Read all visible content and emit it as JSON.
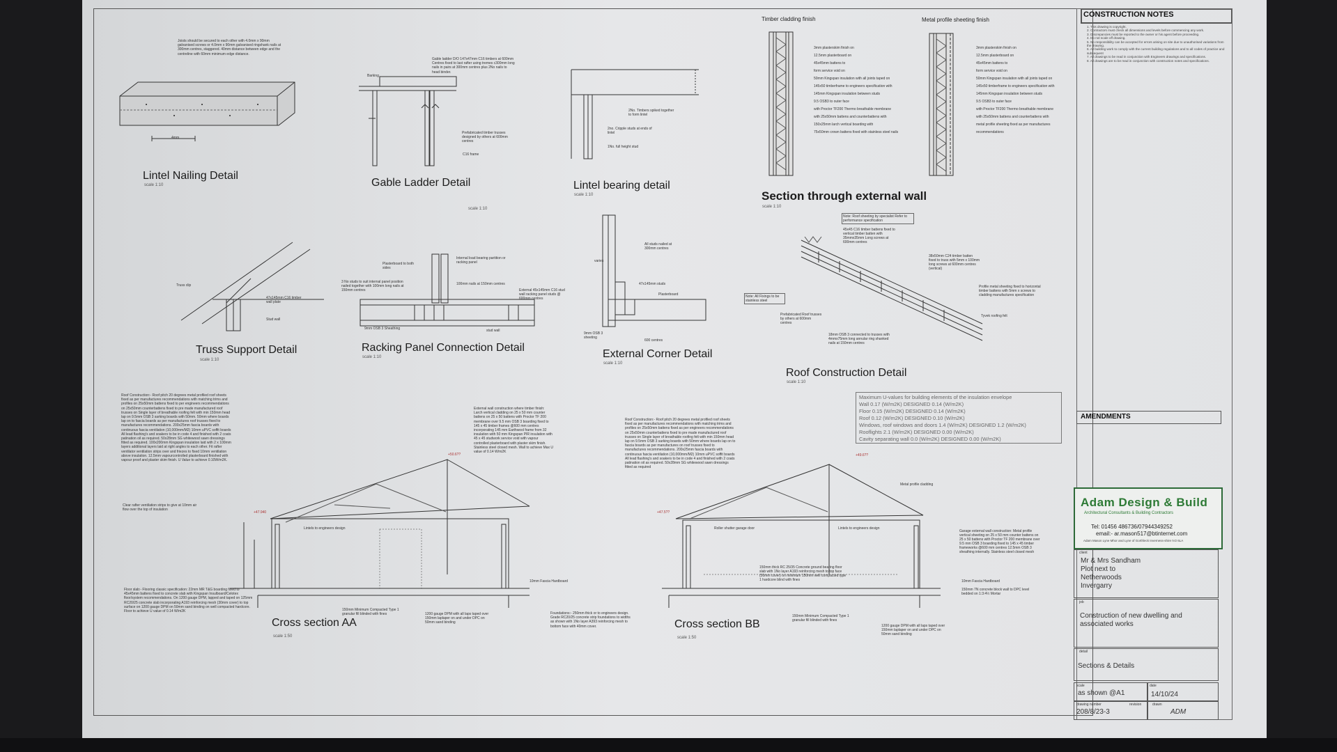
{
  "details": {
    "lintel_nailing": {
      "title": "Lintel Nailing Detail",
      "scale": "scale 1:10",
      "note": "Joists should be secured to each other with 4.0mm x 90mm galvanised screws or 4.0mm x 90mm galvanised ringshank nails at 300mm centres, staggered. 40mm distance between edge and the centreline with 60mm minimum edge distance.",
      "dim": "4mm"
    },
    "gable_ladder": {
      "title": "Gable Ladder Detail",
      "scale": "scale 1:10",
      "note_top": "Gable ladder D/O 147x47mm C16 timbers at 600mm Centres fixed to last rafter using tremes c300mm long nails in pairs at 300mm centres plus 2No nails to head binder.",
      "label_barking": "Barking",
      "label_trusses": "Prefabricated timber trusses designed by others at 600mm centres",
      "label_frame": "C16 frame"
    },
    "lintel_bearing": {
      "title": "Lintel bearing detail",
      "scale": "scale 1:10",
      "label_timbers": "2No. Timbers spiked together to form lintel",
      "label_cripple": "2no. Cripple studs at ends of lintel",
      "label_fullheight": "1No. full height stud"
    },
    "external_wall": {
      "title": "Section through external wall",
      "scale": "scale 1:10",
      "timber_heading": "Timber cladding finish",
      "metal_heading": "Metal profile sheeting finish",
      "timber_layers": [
        "3mm plasterskim finish on",
        "12.5mm plasterboard on",
        "45x45mm battens to",
        "form service void on",
        "50mm Kingspan insulation with all joints taped on",
        "145x50 timberframe to engineers specification with",
        "145mm Kingspan insulation between studs",
        "9.5 OSB3 to outer face",
        "with Proctor TF200 Thermo breathable membrane",
        "with 25x50mm battens and counterbattens with",
        "150x25mm larch vertical boarding with",
        "75x50mm crown battens fixed with stainless steel nails"
      ],
      "metal_layers": [
        "3mm plasterskim finish on",
        "12.5mm plasterboard on",
        "45x45mm battens to",
        "form service void on",
        "50mm Kingspan insulation with all joints taped on",
        "145x50 timberframe to engineers specification with",
        "145mm Kingspan insulation between studs",
        "9.5 OSB3 to outer face",
        "with Proctor TF200 Thermo breathable membrane",
        "with 25x50mm battens and counterbattens with",
        "metal profile sheeting fixed as per manufactures",
        "recommendations"
      ]
    },
    "truss_support": {
      "title": "Truss Support Detail",
      "scale": "scale 1:10",
      "label_clip": "Truss clip",
      "label_plate": "47x145mm C16 timber wall plate",
      "label_stud": "Stud wall"
    },
    "racking": {
      "title": "Racking Panel Connection Detail",
      "scale": "scale 1:10",
      "label_pb": "Plasterboard to both sides",
      "label_int": "Internal load bearing partition or racking panel",
      "label_nails": "100mm nails at 150mm centres",
      "label_ext": "External 45x145mm C16 stud wall racking panel studs @ 600mm centres",
      "label_3no": "3 No studs to suit internal panel position nailed together with 100mm long nails at 150mm centres",
      "label_osb": "9mm OSB 3 Sheathing",
      "label_stud": "stud wall"
    },
    "external_corner": {
      "title": "External Corner Detail",
      "scale": "scale 1:10",
      "label_all": "All studs nailed at 300mm centres",
      "label_studs": "47x145mm studs",
      "label_pb": "Plasterboard",
      "label_osb": "9mm OSB 3 sheeting",
      "label_dim": "600 centres",
      "label_var": "varies"
    },
    "roof": {
      "title": "Roof Construction Detail",
      "scale": "scale 1:10",
      "label_note": "Note: Roof sheeting by specialist Refer to performance specification",
      "label_battens": "45x45 C16 timber battens fixed to vertical timber batten with 35mmx35mm Long screws at 600mm centres",
      "label_counter": "38x50mm C24 timber batten fixed to truss with 5mm x 100mm long screws at 600mm centres (vertical)",
      "label_sheet": "Profile metal sheeting fixed to horizontal timber battens with 5mm x screws to cladding manufactures specification",
      "label_tyvek": "Tyvek roofing felt",
      "label_trusses": "Prefabricated Roof trusses by others at 600mm centres",
      "label_osb": "18mm OSB 3 connected to trusses with 4mmx75mm long annular ring shanked nails at 150mm centres",
      "label_fixings": "Note: All Fixings to be stainless steel"
    },
    "u_values": {
      "heading": "Maximum U-values for building elements of the insulation envelope",
      "rows": [
        "Wall     0.17 (W/m2K)        DESIGNED 0.14 (W/m2K)",
        "Floor    0.15 (W/m2K)        DESIGNED 0.14 (W/m2K)",
        "Roof     0.12 (W/m2K)        DESIGNED 0.10 (W/m2K)",
        "Windows, roof windows and doors   1.4 (W/m2K)  DESIGNED 1.2 (W/m2K)",
        "Rooflights   2.1 (W/m2K)   DESIGNED 0.00 (W/m2K)",
        "Cavity separating wall   0.0 (W/m2K) DESIGNED 0.00 (W/m2K)"
      ]
    },
    "section_aa": {
      "title": "Cross section AA",
      "scale": "scale 1:50",
      "level_top": "+50.6??",
      "level_eave": "+47.940",
      "label_lintel": "Lintels to engineers design",
      "label_fascia": "10mm Fascia Hardboard",
      "label_hardcore": "150mm Minimum Compacted Type 1 granular fill blinded with fines",
      "label_dpm": "1200 gauge DPM with all laps taped over 150mm laplaper on and under DPC on 50mm sand binding",
      "label_vent": "Clear rafter ventilation strips to give at 10mm air flow over the top of insulation",
      "note_roof": "Roof Construction:- Roof pitch 20 degrees metal profiled roof sheets fixed as per manufactures recommendations with matching trims and profiles on 25x50mm battens fixed to per engineers recommendations on 25x50mm counterbattens fixed to pre made manufactured roof trusses on Single layer of breathable roofing felt with min 150mm head lap on 9.5mm OSB 3 sarking boards with 50mm. 50mm where boards lap on to fascia boards as per manufactures roof trusses fixed to manufactures recommendations. 200x25mm fascia boards with continuous fascia ventilation (10,000mm/M2) 10mm uPVC soffit boards All lead flashing's and soakers to be in code 4 and finished with 2 coats patination oil as required. 50x28mm SG whitewood sawn dressings fitted as required. 100x200mm Kingspan insulation laid with 2 x 100mm layers additional layers laid at right angles to each other. Fit rafter ventilator ventilation strips over and friezes to fixed 10mm ventilation above insulation. 12.5mm vapourcontrolled plasterboard finished with vapour proof and plaster skim finish. U Value to achieve 0.10W/m2K.",
      "note_floor": "Floor slab:- Flooring classic specification: 22mm MR T&G boarding fixed to 45x45mm battens fixed to concrete slab with Kingspan Insulboard/Celotex floor/system recommendations. On 1200 gauge DPM, lapped and taped on 125mm RC20/25 concrete slab incorporating A193 reinforcing mesh (30mm cover) to top surface on 1200 gauge DPM on 50mm sand binding on well compacted hardcore. Floor to achieve U value of 0.14 W/m2K",
      "note_wall": "External wall construction where timber finish: Larch vertical cladding on 25 x 50 mm counter battens on 25 x 50 battens with Proctor TF 200 membrane over 9.5 mm OSB 3 boarding fixed to 145 x 45 timber frames @600 mm centres incorporating 145 mm Earthwool frame from 32 insulation with 50 mm Kingspan PIR insulation with 45 x 45 studwork service void with vapour controlled plasterboard with plaster skim finish. Stainless steel closed mesh. Wall to achieve Max U value of 0.14 W/m2K",
      "note_found": "Foundations:- 250mm thick or to engineers design. Grade RC20/25 concrete strip foundations to widths as shown with 1No layer A393 reinforcing mesh to bottom face with 40mm cover."
    },
    "section_bb": {
      "title": "Cross section BB",
      "scale": "scale 1:50",
      "level_top": "+49.6??",
      "level_eave": "+47.5??",
      "label_roller": "Roller shutter garage door",
      "label_lintel": "Lintels to engineers design",
      "label_metal": "Metal profile cladding",
      "label_slab": "150mm thick RC 25/35 Concrete ground bearing floor slab with 1No layer A193 reinforcing mesh to top face (50mm cover) on minimum 150mm well compacted type 1 hardcore blind with fines",
      "label_fascia": "10mm Fascia Hardboard",
      "label_block": "150mm 7N concrete block wall to DPC level bedded on 1:3:4½ Mortar",
      "label_garage": "Garage external wall construction: Metal profile vertical sheeting on 25 x 50 mm counter battens on 25 x 50 battens with Proctor TF 200 membrane over 9.5 mm OSB 3 boarding fixed to 145 x 45 timber frameworks @600 mm centres 12.5mm OSB 3 sheathing internally. Stainless steel closed mesh",
      "label_hardcore": "150mm Minimum Compacted Type 1 granular fill blinded with fines",
      "label_dpm": "1200 gauge DPM with all laps taped over 150mm laplaper on and under DPC on 50mm sand binding",
      "note_roof": "Roof Construction:- Roof pitch 20 degrees metal profiled roof sheets fixed as per manufactures recommendations with matching trims and profiles on 25x50mm battens fixed as per engineers recommendations on 25x50mm counterbattens fixed to pre made manufactured roof trusses on Single layer of breathable roofing felt with min 150mm head lap on 9.5mm OSB 3 sarking boards with 50mm where boards lap on to fascia boards as per manufactures on roof trusses fixed to manufactures recommendations. 200x25mm fascia boards with continuous fascia ventilation (10,000mm/M2) 10mm uPVC soffit boards All lead flashing's and soakers to be in code 4 and finished with 2 coats patination oil as required. 50x28mm SG whitewood sawn dressings fitted as required"
    }
  },
  "panel": {
    "notes_heading": "CONSTRUCTION NOTES",
    "notes": [
      "1. This drawing is copyright.",
      "2. Contractors must check all dimensions and levels before commencing any work.",
      "3. Discrepancies must be reported to the owner or his agent before proceeding.",
      "4. Do not scale off drawing.",
      "5. No responsibility can be accepted for errors arising on site due to unauthorised variations from the drawing.",
      "6. All building work to comply with the current building regulations and to all codes of practice and subsequent",
      "7. All drawings to be read in conjunction with Engineers drawings and specifications.",
      "8. All drawings are to be read in conjunction with construction notes and specifications."
    ],
    "amendments_heading": "AMENDMENTS",
    "company": "Adam Design & Build",
    "company_sub": "Architectural Consultants & Building Contractors",
    "tel": "Tel: 01456 486736/07944349252",
    "email": "email:- ar.mason517@btinternet.com",
    "address": "Adam Mason Lyne Mhor and Lyne of Gorthleck Inverness-shire IV2 6LA",
    "client_label": "client",
    "client_lines": [
      "Mr & Mrs Sandham",
      "Plot next to",
      "Netherwoods",
      "Invergarry"
    ],
    "job_label": "job",
    "job_lines": [
      "Construction of new dwelling and",
      "associated works"
    ],
    "detail_label": "detail",
    "detail_value": "Sections & Details",
    "scale_label": "scale",
    "scale_value": "as shown @A1",
    "date_label": "date",
    "date_value": "14/10/24",
    "drawing_no_label": "drawing number",
    "drawing_no": "208/8/23-3",
    "revision_label": "revision",
    "drawn_label": "drawn",
    "drawn_value": "ADM"
  }
}
